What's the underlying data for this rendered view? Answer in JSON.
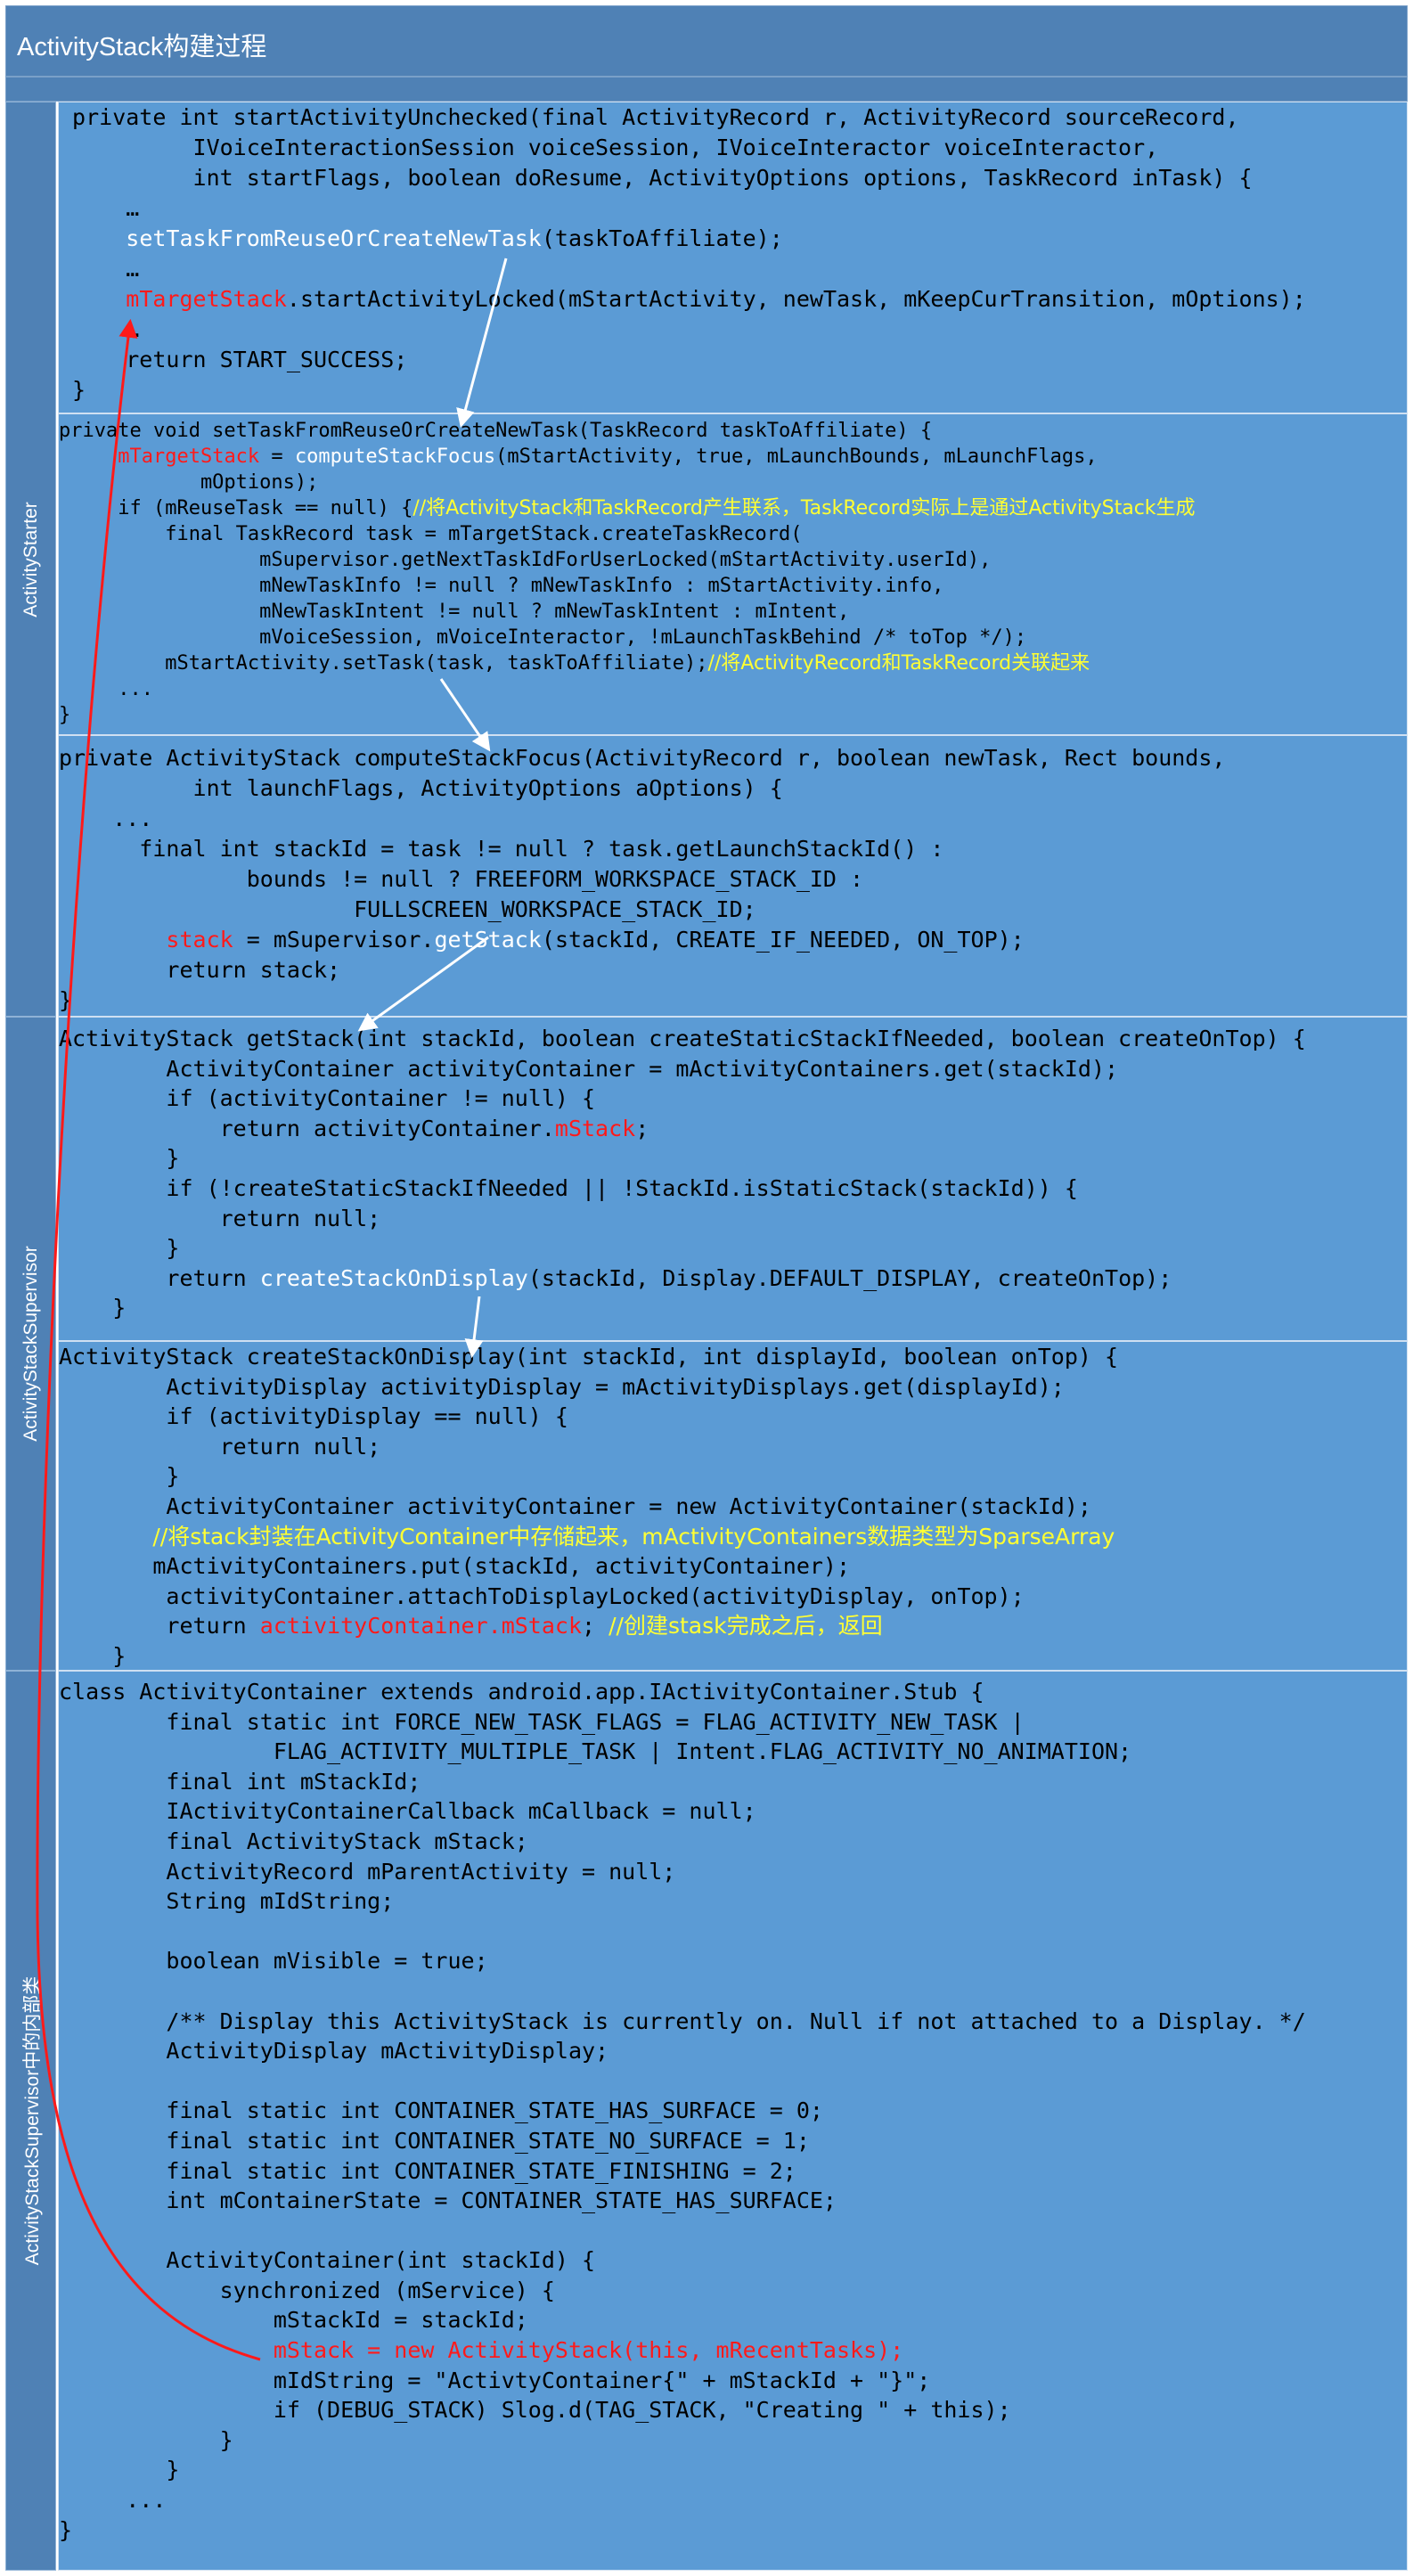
{
  "title": "ActivityStack构建过程",
  "lanes": {
    "starter": "ActivityStarter",
    "supervisor": "ActivityStackSupervisor",
    "inner": "ActivityStackSupervisor中的内部类"
  },
  "colors": {
    "background": "#5b9bd5",
    "lane": "#4f81b5",
    "highlight_red": "#ff1a1a",
    "comment_yellow": "#ffff33",
    "arrow_white": "#ffffff"
  },
  "code": {
    "startActivityUnchecked": {
      "l1": " private int startActivityUnchecked(final ActivityRecord r, ActivityRecord sourceRecord,",
      "l2": "          IVoiceInteractionSession voiceSession, IVoiceInteractor voiceInteractor,",
      "l3": "          int startFlags, boolean doResume, ActivityOptions options, TaskRecord inTask) {",
      "l4": "     …",
      "l5_call": "setTaskFromReuseOrCreateNewTask",
      "l5_rest": "(taskToAffiliate);",
      "l6": "     …",
      "l7_var": "mTargetStack",
      "l7_rest": ".startActivityLocked(mStartActivity, newTask, mKeepCurTransition, mOptions);",
      "l8": "     …",
      "l9": "     return START_SUCCESS;",
      "l10": " }"
    },
    "setTaskFromReuseOrCreateNewTask": {
      "l1": "private void setTaskFromReuseOrCreateNewTask(TaskRecord taskToAffiliate) {",
      "l2_var": "mTargetStack",
      "l2_mid": " = ",
      "l2_call": "computeStackFocus",
      "l2_rest": "(mStartActivity, true, mLaunchBounds, mLaunchFlags,",
      "l3": "            mOptions);",
      "l4_code": "     if (mReuseTask == null) {",
      "l4_comment": "//将ActivityStack和TaskRecord产生联系，TaskRecord实际上是通过ActivityStack生成",
      "l5": "         final TaskRecord task = mTargetStack.createTaskRecord(",
      "l6": "                 mSupervisor.getNextTaskIdForUserLocked(mStartActivity.userId),",
      "l7": "                 mNewTaskInfo != null ? mNewTaskInfo : mStartActivity.info,",
      "l8": "                 mNewTaskIntent != null ? mNewTaskIntent : mIntent,",
      "l9": "                 mVoiceSession, mVoiceInteractor, !mLaunchTaskBehind /* toTop */);",
      "l10_code": "         mStartActivity.setTask(task, taskToAffiliate);",
      "l10_comment": "//将ActivityRecord和TaskRecord关联起来",
      "l11": "     ...",
      "l12": "}"
    },
    "computeStackFocus": {
      "l1": "private ActivityStack computeStackFocus(ActivityRecord r, boolean newTask, Rect bounds,",
      "l2": "          int launchFlags, ActivityOptions aOptions) {",
      "l3": "    ...",
      "l4": "      final int stackId = task != null ? task.getLaunchStackId() :",
      "l5": "              bounds != null ? FREEFORM_WORKSPACE_STACK_ID :",
      "l6": "                      FULLSCREEN_WORKSPACE_STACK_ID;",
      "l7_pre": "        ",
      "l7_var": "stack",
      "l7_mid": " = mSupervisor.",
      "l7_call": "getStack",
      "l7_rest": "(stackId, CREATE_IF_NEEDED, ON_TOP);",
      "l8": "        return stack;",
      "l9": "}"
    },
    "getStack": {
      "l1": "ActivityStack getStack(int stackId, boolean createStaticStackIfNeeded, boolean createOnTop) {",
      "l2": "        ActivityContainer activityContainer = mActivityContainers.get(stackId);",
      "l3": "        if (activityContainer != null) {",
      "l4_pre": "            return activityContainer.",
      "l4_var": "mStack",
      "l4_rest": ";",
      "l5": "        }",
      "l6": "        if (!createStaticStackIfNeeded || !StackId.isStaticStack(stackId)) {",
      "l7": "            return null;",
      "l8": "        }",
      "l9_pre": "        return ",
      "l9_call": "createStackOnDisplay",
      "l9_rest": "(stackId, Display.DEFAULT_DISPLAY, createOnTop);",
      "l10": "    }"
    },
    "createStackOnDisplay": {
      "l1": "ActivityStack createStackOnDisplay(int stackId, int displayId, boolean onTop) {",
      "l2": "        ActivityDisplay activityDisplay = mActivityDisplays.get(displayId);",
      "l3": "        if (activityDisplay == null) {",
      "l4": "            return null;",
      "l5": "        }",
      "l6": "        ActivityContainer activityContainer = new ActivityContainer(stackId);",
      "l7_pre": "       ",
      "l7_comment": "//将stack封装在ActivityContainer中存储起来，mActivityContainers数据类型为SparseArray",
      "l8": "       mActivityContainers.put(stackId, activityContainer);",
      "l9": "        activityContainer.attachToDisplayLocked(activityDisplay, onTop);",
      "l10_pre": "        return ",
      "l10_var": "activityContainer.mStack",
      "l10_mid": "; ",
      "l10_comment": "//创建stask完成之后，返回",
      "l11": "    }"
    },
    "activityContainer": {
      "l1": "class ActivityContainer extends android.app.IActivityContainer.Stub {",
      "l2": "        final static int FORCE_NEW_TASK_FLAGS = FLAG_ACTIVITY_NEW_TASK |",
      "l3": "                FLAG_ACTIVITY_MULTIPLE_TASK | Intent.FLAG_ACTIVITY_NO_ANIMATION;",
      "l4": "        final int mStackId;",
      "l5": "        IActivityContainerCallback mCallback = null;",
      "l6": "        final ActivityStack mStack;",
      "l7": "        ActivityRecord mParentActivity = null;",
      "l8": "        String mIdString;",
      "l9": "",
      "l10": "        boolean mVisible = true;",
      "l11": "",
      "l12": "        /** Display this ActivityStack is currently on. Null if not attached to a Display. */",
      "l13": "        ActivityDisplay mActivityDisplay;",
      "l14": "",
      "l15": "        final static int CONTAINER_STATE_HAS_SURFACE = 0;",
      "l16": "        final static int CONTAINER_STATE_NO_SURFACE = 1;",
      "l17": "        final static int CONTAINER_STATE_FINISHING = 2;",
      "l18": "        int mContainerState = CONTAINER_STATE_HAS_SURFACE;",
      "l19": "",
      "l20": "        ActivityContainer(int stackId) {",
      "l21": "            synchronized (mService) {",
      "l22": "                mStackId = stackId;",
      "l23_pre": "                ",
      "l23_var": "mStack = new ActivityStack(this, mRecentTasks);",
      "l24": "                mIdString = \"ActivtyContainer{\" + mStackId + \"}\";",
      "l25": "                if (DEBUG_STACK) Slog.d(TAG_STACK, \"Creating \" + this);",
      "l26": "            }",
      "l27": "        }",
      "l28": "     ...",
      "l29": "}"
    }
  }
}
